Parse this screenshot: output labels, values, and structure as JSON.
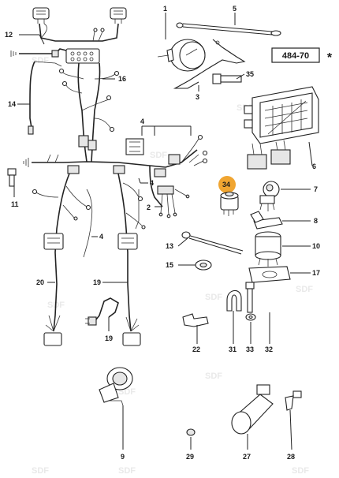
{
  "reference_code": "484-70",
  "reference_mark": "*",
  "highlight_color": "#f0a531",
  "watermark_text": "SDF",
  "callouts": [
    "1",
    "2",
    "3",
    "4",
    "4",
    "4",
    "5",
    "6",
    "7",
    "8",
    "9",
    "10",
    "11",
    "12",
    "13",
    "14",
    "15",
    "16",
    "17",
    "19",
    "19",
    "20",
    "22",
    "27",
    "28",
    "29",
    "31",
    "32",
    "33",
    "34",
    "35"
  ]
}
